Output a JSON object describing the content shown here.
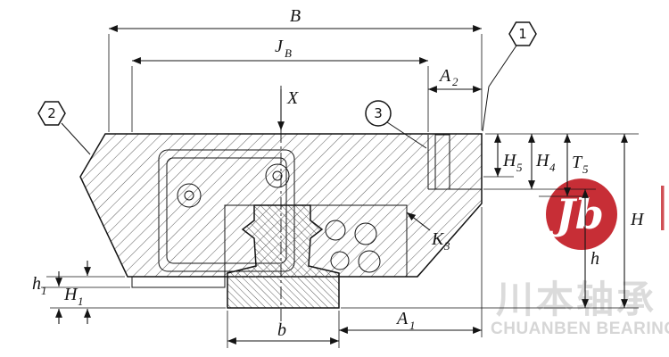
{
  "dims": {
    "B": {
      "main": "B"
    },
    "JB": {
      "main": "J",
      "sub": "B"
    },
    "A2": {
      "main": "A",
      "sub": "2"
    },
    "X": {
      "main": "X"
    },
    "H5": {
      "main": "H",
      "sub": "5"
    },
    "H4": {
      "main": "H",
      "sub": "4"
    },
    "T5": {
      "main": "T",
      "sub": "5"
    },
    "H": {
      "main": "H"
    },
    "h": {
      "main": "h"
    },
    "K3": {
      "main": "K",
      "sub": "3"
    },
    "A1": {
      "main": "A",
      "sub": "1"
    },
    "b": {
      "main": "b"
    },
    "h1": {
      "main": "h",
      "sub": "1"
    },
    "H1": {
      "main": "H",
      "sub": "1"
    }
  },
  "balloons": {
    "b1": "1",
    "b2": "2",
    "b3": "3"
  },
  "watermark": {
    "brand_cn": "川本轴承",
    "brand_en": "CHUANBEN BEARING",
    "logo_monogram": "Jb",
    "logo_color": "#c4232b",
    "text_color": "#d8d8d8"
  },
  "colors": {
    "line": "#141414",
    "background": "#ffffff",
    "hatch": "#4a4a4a"
  }
}
